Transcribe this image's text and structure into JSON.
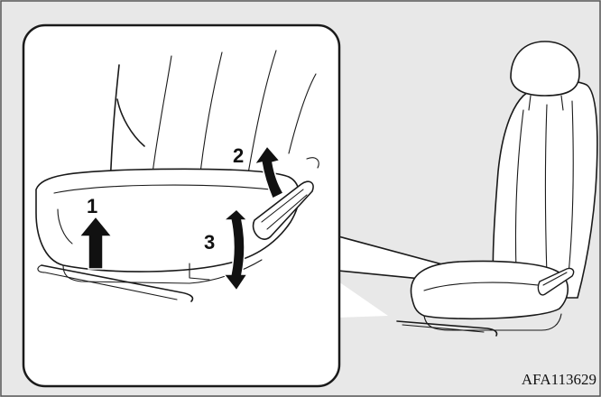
{
  "figure": {
    "step_1": "1",
    "step_2": "2",
    "step_3": "3",
    "code": "AFA113629"
  },
  "colors": {
    "background": "#e8e8e8",
    "panel": "#ffffff",
    "line": "#1a1a1a"
  }
}
